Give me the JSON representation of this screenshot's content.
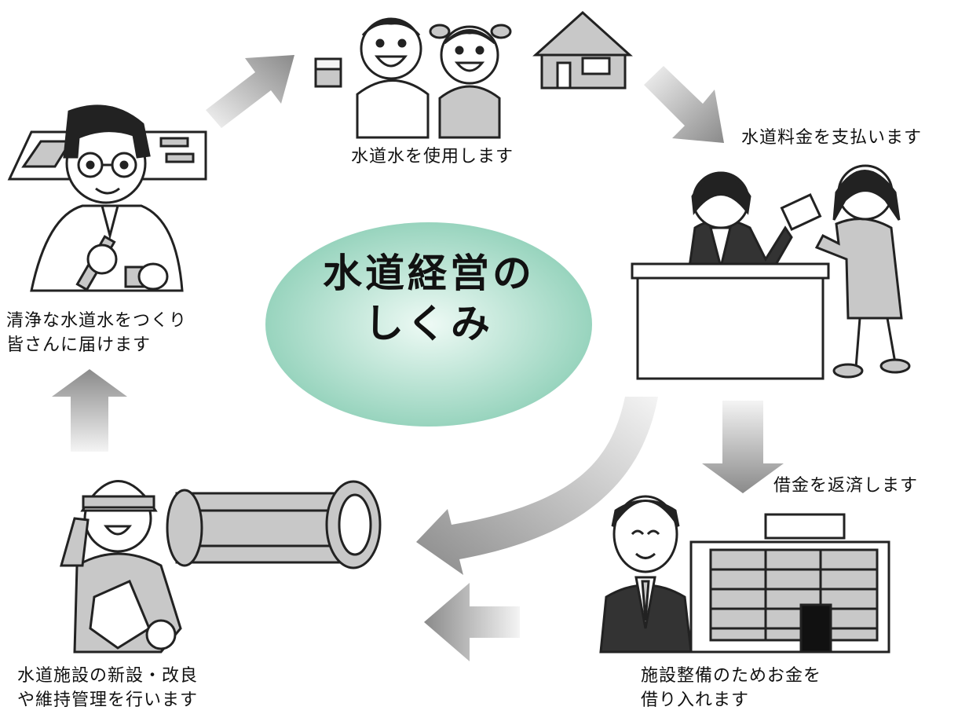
{
  "diagram": {
    "title_line1": "水道経営の",
    "title_line2": "しくみ",
    "steps": [
      {
        "line1": "水道水を使用します"
      },
      {
        "line1": "水道料金を支払います"
      },
      {
        "line1": "借金を返済します"
      },
      {
        "line1": "施設整備のためお金を",
        "line2": "借り入れます"
      },
      {
        "line1": "水道施設の新設・改良",
        "line2": "や維持管理を行います"
      },
      {
        "line1": "清浄な水道水をつくり",
        "line2": "皆さんに届けます"
      }
    ]
  },
  "colors": {
    "ellipse_center": "#e8f7f0",
    "ellipse_edge": "#8fd0b8",
    "arrow_dark": "#888888",
    "arrow_light": "#f2f2f2",
    "figure_fill": "#c8c8c8",
    "line": "#222222"
  }
}
